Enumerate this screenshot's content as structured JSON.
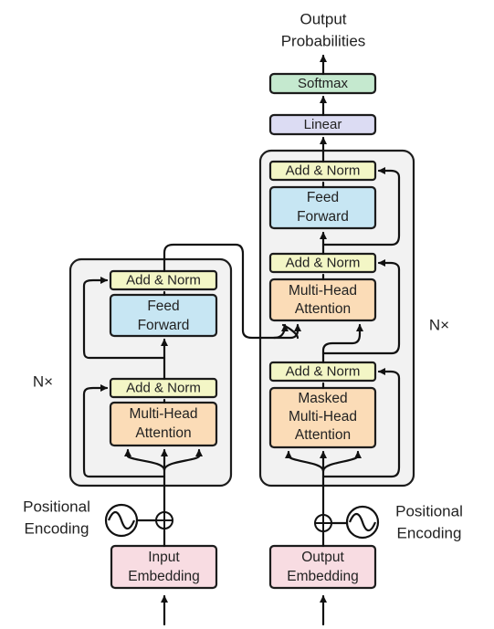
{
  "diagram": {
    "output_title_line1": "Output",
    "output_title_line2": "Probabilities",
    "softmax": "Softmax",
    "linear": "Linear",
    "nx_encoder": "N×",
    "nx_decoder": "N×",
    "encoder": {
      "add_norm_top": "Add & Norm",
      "feed_forward_line1": "Feed",
      "feed_forward_line2": "Forward",
      "add_norm_bottom": "Add & Norm",
      "attention_line1": "Multi-Head",
      "attention_line2": "Attention",
      "pos_enc_line1": "Positional",
      "pos_enc_line2": "Encoding",
      "embedding_line1": "Input",
      "embedding_line2": "Embedding"
    },
    "decoder": {
      "add_norm_top": "Add & Norm",
      "feed_forward_line1": "Feed",
      "feed_forward_line2": "Forward",
      "add_norm_middle": "Add & Norm",
      "cross_attention_line1": "Multi-Head",
      "cross_attention_line2": "Attention",
      "add_norm_bottom": "Add & Norm",
      "masked_attention_line1": "Masked",
      "masked_attention_line2": "Multi-Head",
      "masked_attention_line3": "Attention",
      "pos_enc_line1": "Positional",
      "pos_enc_line2": "Encoding",
      "embedding_line1": "Output",
      "embedding_line2": "Embedding"
    },
    "colors": {
      "add_norm": "#f3f6c6",
      "feed_forward": "#c7e6f3",
      "attention": "#fbdcb7",
      "embedding": "#f8dce2",
      "softmax": "#c5e9cf",
      "linear": "#dcdcf3",
      "panel": "#f2f2f2"
    }
  }
}
